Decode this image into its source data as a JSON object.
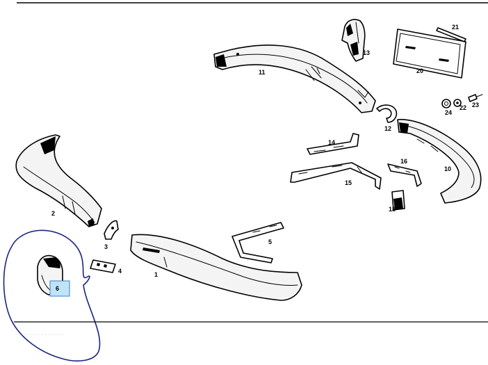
{
  "parts": [
    {
      "id": "part-1",
      "label": "1"
    },
    {
      "id": "part-2",
      "label": "2"
    },
    {
      "id": "part-3",
      "label": "3"
    },
    {
      "id": "part-4",
      "label": "4"
    },
    {
      "id": "part-5",
      "label": "5"
    },
    {
      "id": "part-6",
      "label": "6"
    },
    {
      "id": "part-10",
      "label": "10"
    },
    {
      "id": "part-11",
      "label": "11"
    },
    {
      "id": "part-12",
      "label": "12"
    },
    {
      "id": "part-13",
      "label": "13"
    },
    {
      "id": "part-14",
      "label": "14"
    },
    {
      "id": "part-15",
      "label": "15"
    },
    {
      "id": "part-16",
      "label": "16"
    },
    {
      "id": "part-18",
      "label": "18"
    },
    {
      "id": "part-20",
      "label": "20"
    },
    {
      "id": "part-21",
      "label": "21"
    },
    {
      "id": "part-22",
      "label": "22"
    },
    {
      "id": "part-23",
      "label": "23"
    },
    {
      "id": "part-24",
      "label": "24"
    }
  ],
  "highlight": {
    "selected_part": "6",
    "box_color": "#bfe3f7",
    "box_border_color": "#3b7fc4",
    "outline_color": "#1a237e"
  },
  "footer": {
    "caption": "· · ·  · ·  · · · ·  · · · · · · · ·"
  }
}
